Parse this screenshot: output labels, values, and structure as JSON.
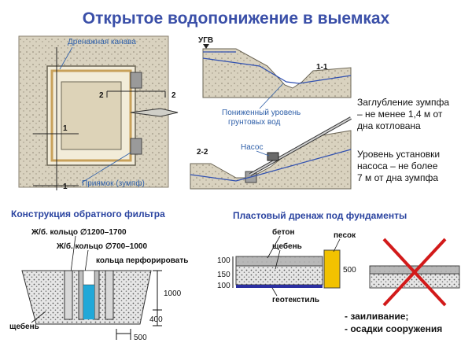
{
  "title": "Открытое водопонижение в выемках",
  "plan": {
    "drainage_ditch": "Дренажная канава",
    "sump": "Приямок (зумпф)",
    "marks": [
      "1",
      "1",
      "2",
      "2"
    ]
  },
  "sections": {
    "gwl": "УГВ",
    "section_1": "1-1",
    "lowered_level_1": "Пониженный уровень",
    "lowered_level_2": "грунтовых вод",
    "section_2": "2-2",
    "pump": "Насос"
  },
  "notes": {
    "sump_depth": [
      "Заглубление зумпфа",
      "– не менее 1,4 м от",
      "дна котлована"
    ],
    "pump_level": [
      "Уровень установки",
      "насоса – не более",
      "7 м от дна зумпфа"
    ]
  },
  "filter": {
    "heading": "Конструкция обратного фильтра",
    "ring_outer": "Ж/б. кольцо ∅1200–1700",
    "ring_inner": "Ж/б. кольцо ∅700–1000",
    "ring_perforate": "кольца перфорировать",
    "gravel": "щебень",
    "dim_1000": "1000",
    "dim_400": "400",
    "dim_500": "500"
  },
  "drain": {
    "heading": "Пластовый дренаж под фундаменты",
    "concrete": "бетон",
    "gravel": "щебень",
    "sand": "песок",
    "geotextile": "геотекстиль",
    "dim_100a": "100",
    "dim_150": "150",
    "dim_100b": "100",
    "dim_500": "500",
    "consequences": [
      "- заиливание;",
      "- осадки сооружения"
    ]
  }
}
